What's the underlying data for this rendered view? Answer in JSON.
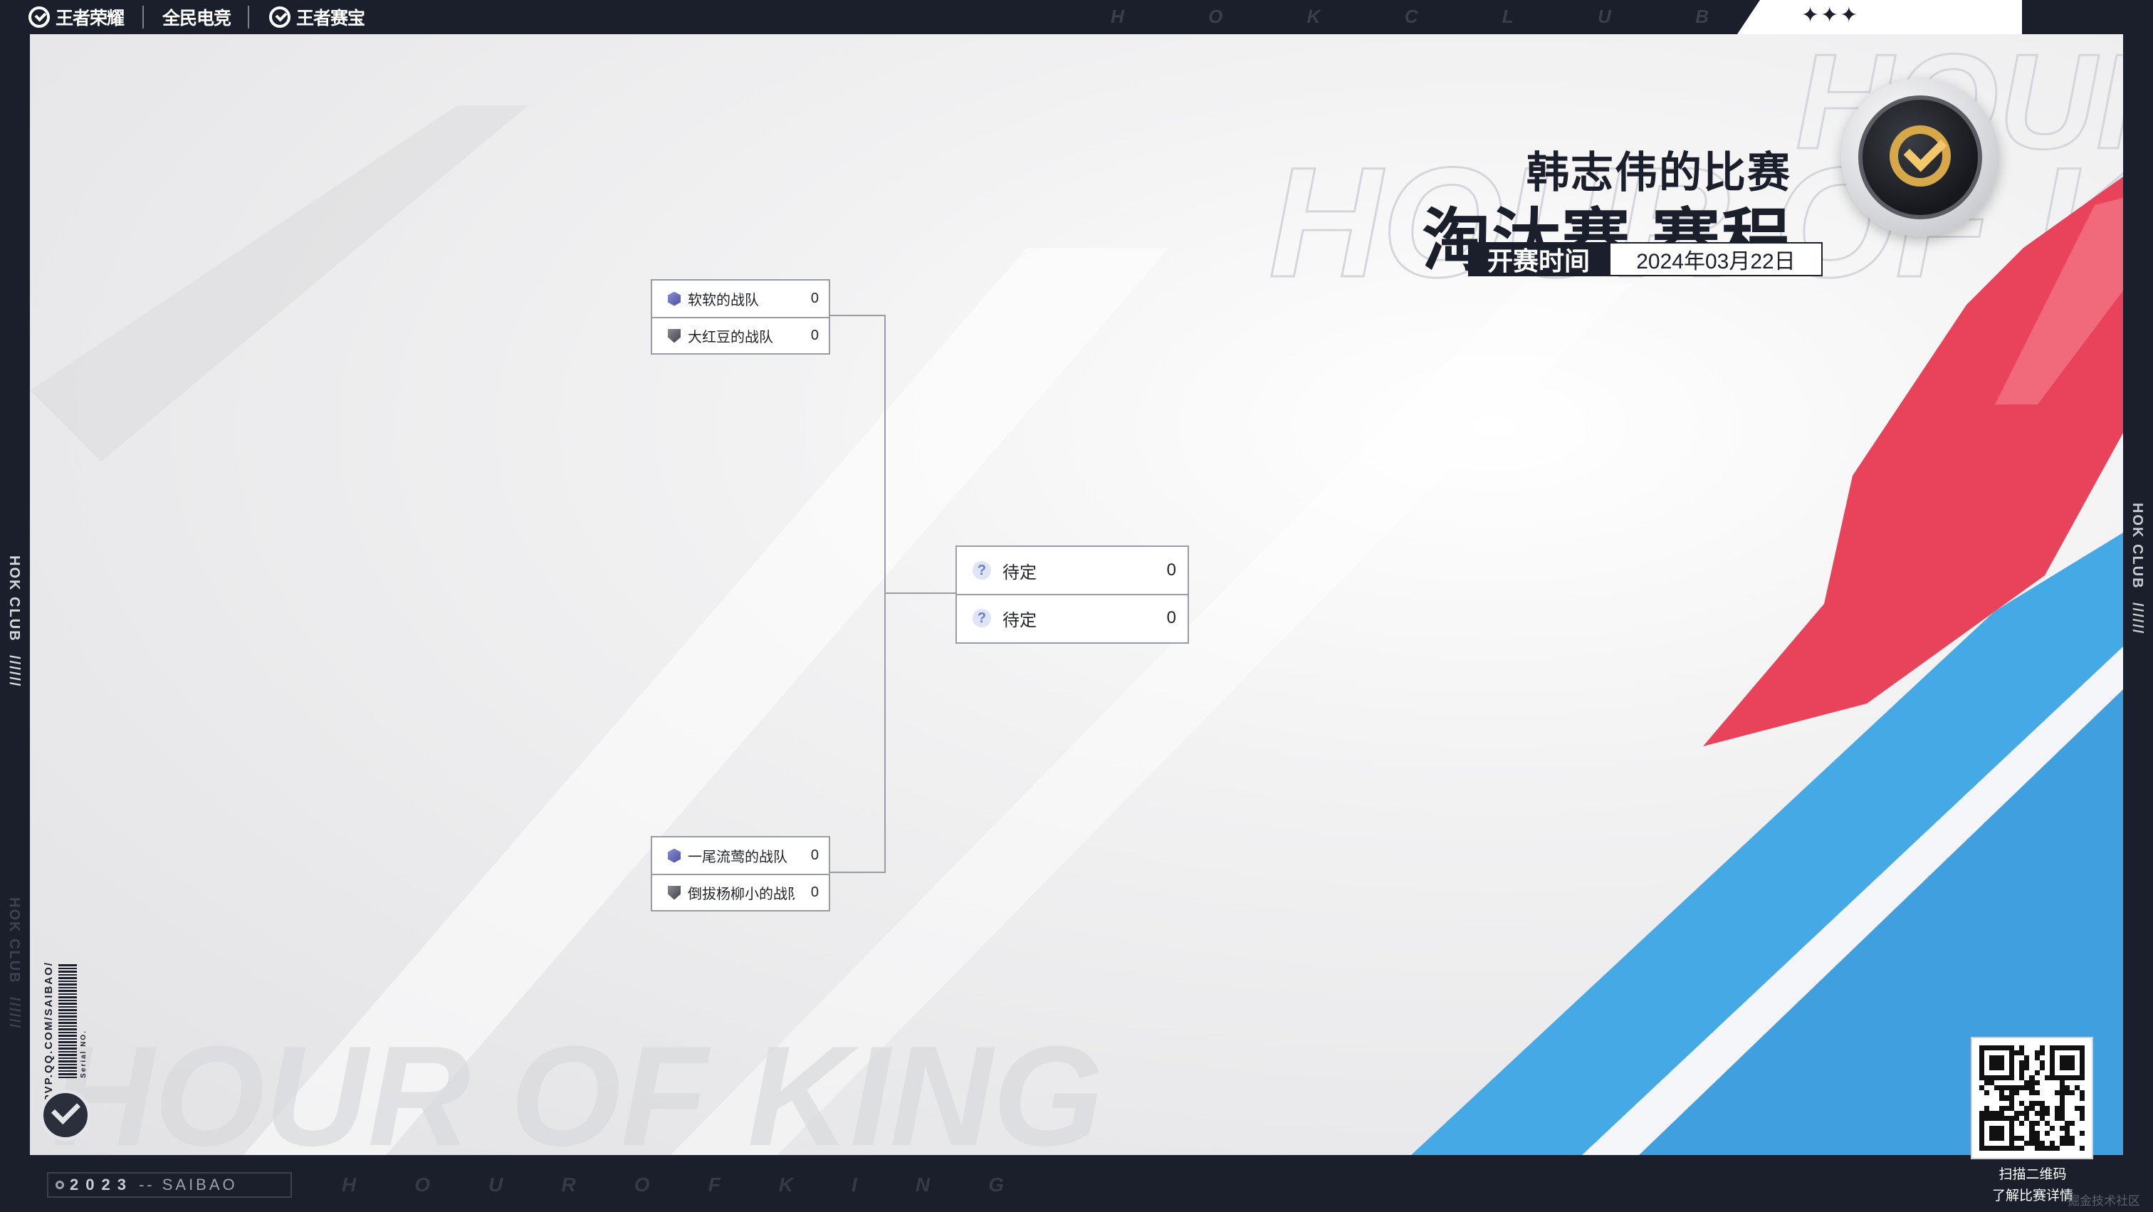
{
  "topbar": {
    "brand_1": "王者荣耀",
    "brand_2": "全民电竞",
    "brand_3": "王者赛宝",
    "club_letters": [
      "H",
      "O",
      "K",
      "C",
      "L",
      "U",
      "B"
    ],
    "stars": "✦✦✦"
  },
  "header": {
    "event_title": "韩志伟的比赛",
    "stage_title": "淘汰赛 赛程",
    "start_label": "开赛时间",
    "start_date": "2024年03月22日"
  },
  "background": {
    "watermark_big_1": "HOUR OF KING",
    "watermark_big_2": "HOUR OF KING",
    "watermark_bottom": "HOUR OF KING"
  },
  "bracket": {
    "match_1": {
      "team_a": {
        "name": "软软的战队",
        "score": "0",
        "icon": "hex-team-icon"
      },
      "team_b": {
        "name": "大红豆的战队",
        "score": "0",
        "icon": "shield-team-icon"
      }
    },
    "match_2": {
      "team_a": {
        "name": "待定",
        "score": "0",
        "icon": "question-icon"
      },
      "team_b": {
        "name": "待定",
        "score": "0",
        "icon": "question-icon"
      }
    },
    "match_3": {
      "team_a": {
        "name": "一尾流莺的战队",
        "score": "0",
        "icon": "hex-team-icon"
      },
      "team_b": {
        "name": "倒拔杨柳小的战队",
        "score": "0",
        "icon": "shield-team-icon"
      }
    }
  },
  "side": {
    "left_club_1": "HOK CLUB",
    "left_club_2": "HOK CLUB",
    "right_club": "HOK CLUB",
    "slashes": "//////",
    "url": "PVP.QQ.COM/SAIBAO/",
    "serial_label": "Serial NO."
  },
  "footer": {
    "year_digits": "2023",
    "year_suffix": "-- SAIBAO",
    "hour_letters": [
      "H",
      "O",
      "U",
      "R",
      "O",
      "F",
      "K",
      "I",
      "N",
      "G"
    ],
    "qr_caption_1": "扫描二维码",
    "qr_caption_2": "了解比赛详情",
    "site_watermark": "掘金技术社区"
  },
  "colors": {
    "frame": "#1b1f2b",
    "accent_red": "#e8435a",
    "accent_blue": "#45a9e6",
    "badge_gold": "#d7a84a"
  }
}
